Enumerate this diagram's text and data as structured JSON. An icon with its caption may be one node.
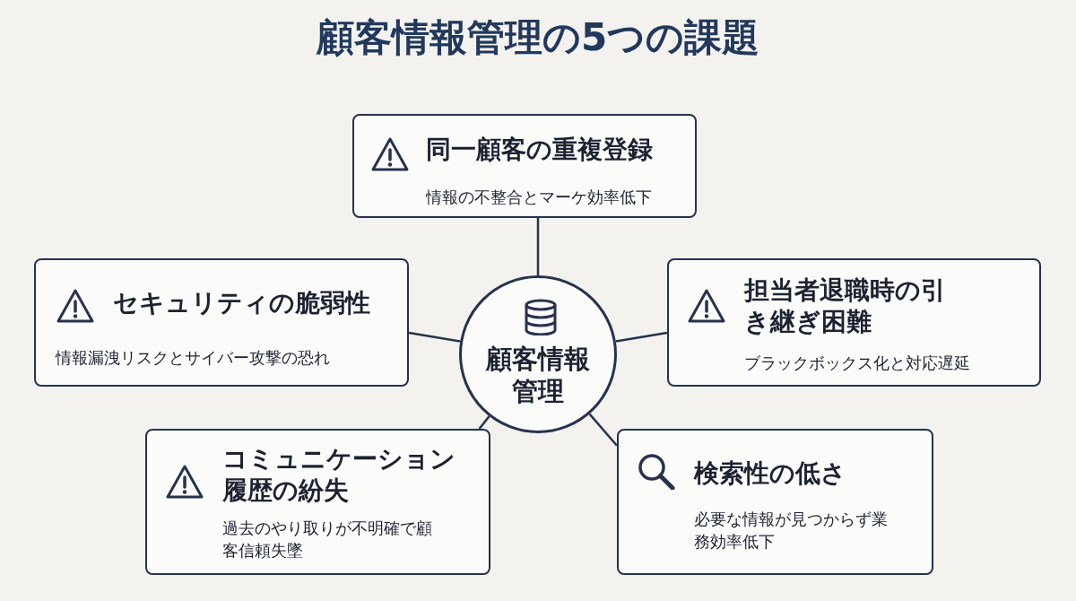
{
  "diagram": {
    "title": "顧客情報管理の5つの課題",
    "nodes": [
      {
        "text": [
          "同一顧客の重複登録",
          "情報の不整合とマーケ効率低下"
        ]
      },
      {
        "text": [
          "セキュリティの脆弱性",
          "情報漏洩リスクとサイバー攻撃の恐れ"
        ]
      },
      {
        "text": [
          "顧客情報管理"
        ]
      },
      {
        "text": [
          "担当者退職時の引き継ぎ困難",
          "ブラックボックス化と対応遅延"
        ]
      },
      {
        "text": [
          "コミュニケーション履歴の紛失",
          "過去のやり取りが不明確で顧客信頼失墜"
        ]
      },
      {
        "text": [
          "検索性の低さ",
          "必要な情報が見つからず業務効率低下"
        ]
      }
    ],
    "edges": [
      {
        "from": 2,
        "to": 0,
        "arrow": "none"
      },
      {
        "from": 2,
        "to": 1,
        "arrow": "none"
      },
      {
        "from": 2,
        "to": 3,
        "arrow": "none"
      },
      {
        "from": 2,
        "to": 4,
        "arrow": "none"
      },
      {
        "from": 2,
        "to": 5,
        "arrow": "none"
      }
    ]
  }
}
